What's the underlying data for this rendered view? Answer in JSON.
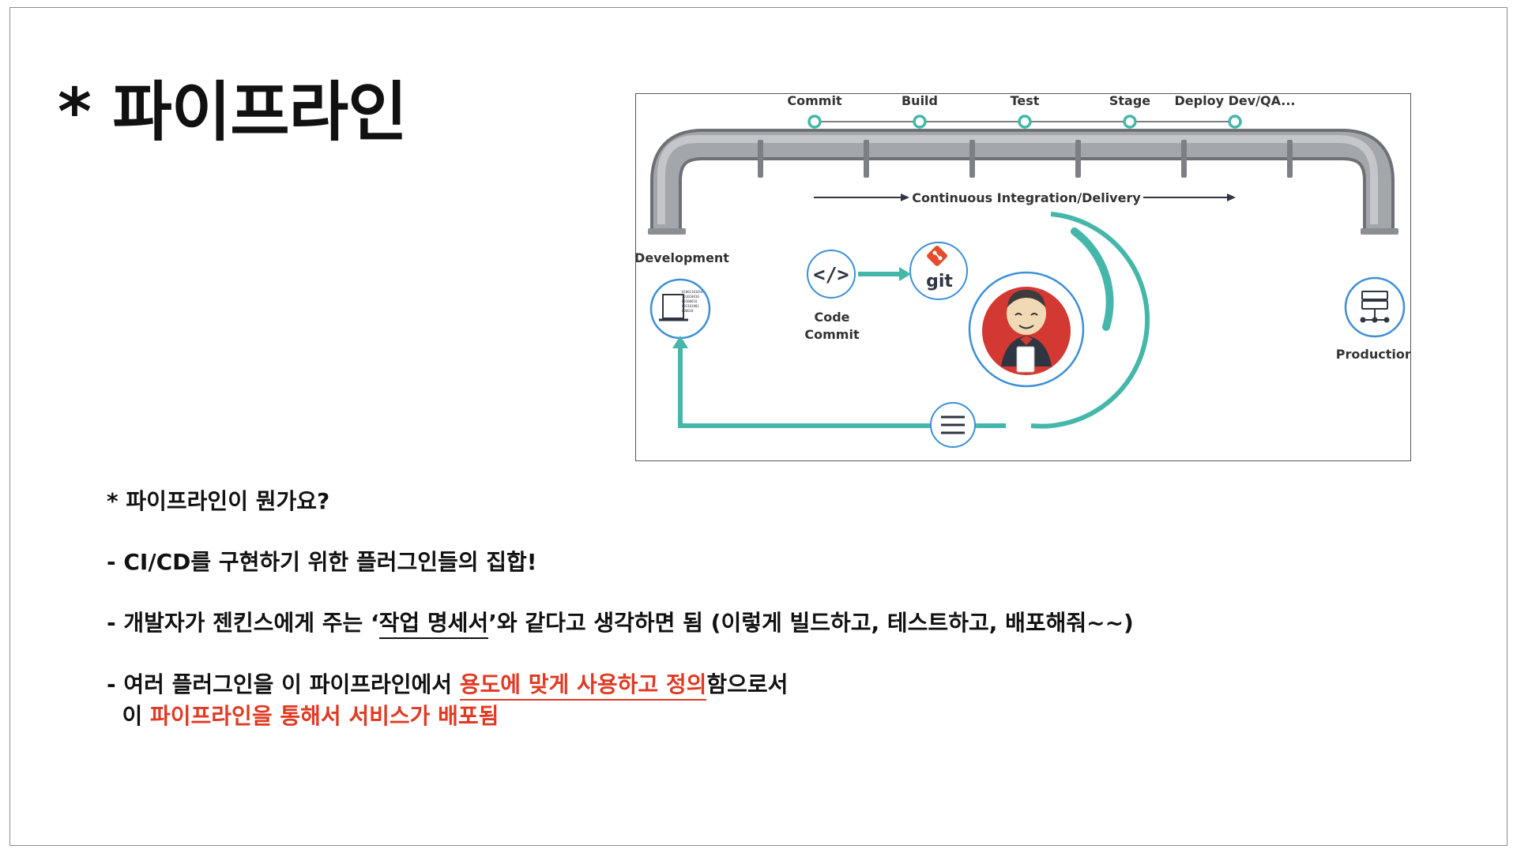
{
  "slide": {
    "title": "* 파이프라인"
  },
  "diagram": {
    "stages": [
      "Commit",
      "Build",
      "Test",
      "Stage",
      "Deploy Dev/QA..."
    ],
    "ci_cd_label": "Continuous Integration/Delivery",
    "development_label": "Development",
    "code_commit_label_line1": "Code",
    "code_commit_label_line2": "Commit",
    "code_icon_text": "</>",
    "git_text": "git",
    "production_label": "Production",
    "binary_lines": [
      "01001101010",
      "101010010",
      "00100010",
      "001101001",
      "000010"
    ],
    "colors": {
      "teal": "#45b7aa",
      "pipe": "#9a9da1",
      "jenkins_red": "#d33833"
    }
  },
  "content": {
    "q_line": "* 파이프라인이 뭔가요?",
    "line1": "- CI/CD를 구현하기 위한 플러그인들의 집합!",
    "line2_pre": "- 개발자가 젠킨스에게 주는 ‘",
    "line2_ul": "작업 명세서",
    "line2_post": "’와 같다고 생각하면 됨 (이렇게 빌드하고, 테스트하고, 배포해줘~~)",
    "line3_pre": "- 여러 플러그인을 이 파이프라인에서 ",
    "line3_red": "용도에 맞게 사용하고 정의",
    "line3_post": "함으로서",
    "line4_pre": "  이 ",
    "line4_red": "파이프라인을 통해서 서비스가 배포됨"
  }
}
